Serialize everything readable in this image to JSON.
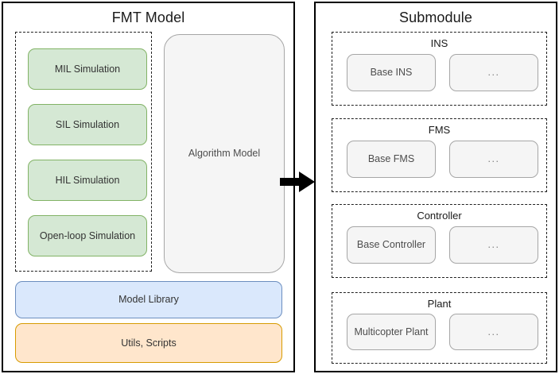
{
  "diagram": {
    "title_left": "FMT Model",
    "title_right": "Submodule",
    "arrow": "right-arrow",
    "colors": {
      "green_fill": "#d5e8d4",
      "green_stroke": "#82b366",
      "blue_fill": "#dae8fc",
      "blue_stroke": "#6c8ebf",
      "orange_fill": "#ffe6cc",
      "orange_stroke": "#d79b00",
      "grey_fill": "#f5f5f5",
      "grey_stroke": "#a6a6a6",
      "panel_border": "#000000",
      "dashed_border": "#1f1f1f"
    }
  },
  "fmt_model": {
    "simulation_group": {
      "items": [
        {
          "label": "MIL Simulation"
        },
        {
          "label": "SIL Simulation"
        },
        {
          "label": "HIL Simulation"
        },
        {
          "label": "Open-loop Simulation"
        }
      ]
    },
    "algorithm_model": {
      "label": "Algorithm Model"
    },
    "model_library": {
      "label": "Model Library"
    },
    "utils_scripts": {
      "label": "Utils, Scripts"
    }
  },
  "submodule": {
    "groups": [
      {
        "label": "INS",
        "items": [
          {
            "label": "Base INS"
          },
          {
            "label": "..."
          }
        ]
      },
      {
        "label": "FMS",
        "items": [
          {
            "label": "Base FMS"
          },
          {
            "label": "..."
          }
        ]
      },
      {
        "label": "Controller",
        "items": [
          {
            "label": "Base Controller"
          },
          {
            "label": "..."
          }
        ]
      },
      {
        "label": "Plant",
        "items": [
          {
            "label": "Multicopter Plant"
          },
          {
            "label": "..."
          }
        ]
      }
    ]
  }
}
